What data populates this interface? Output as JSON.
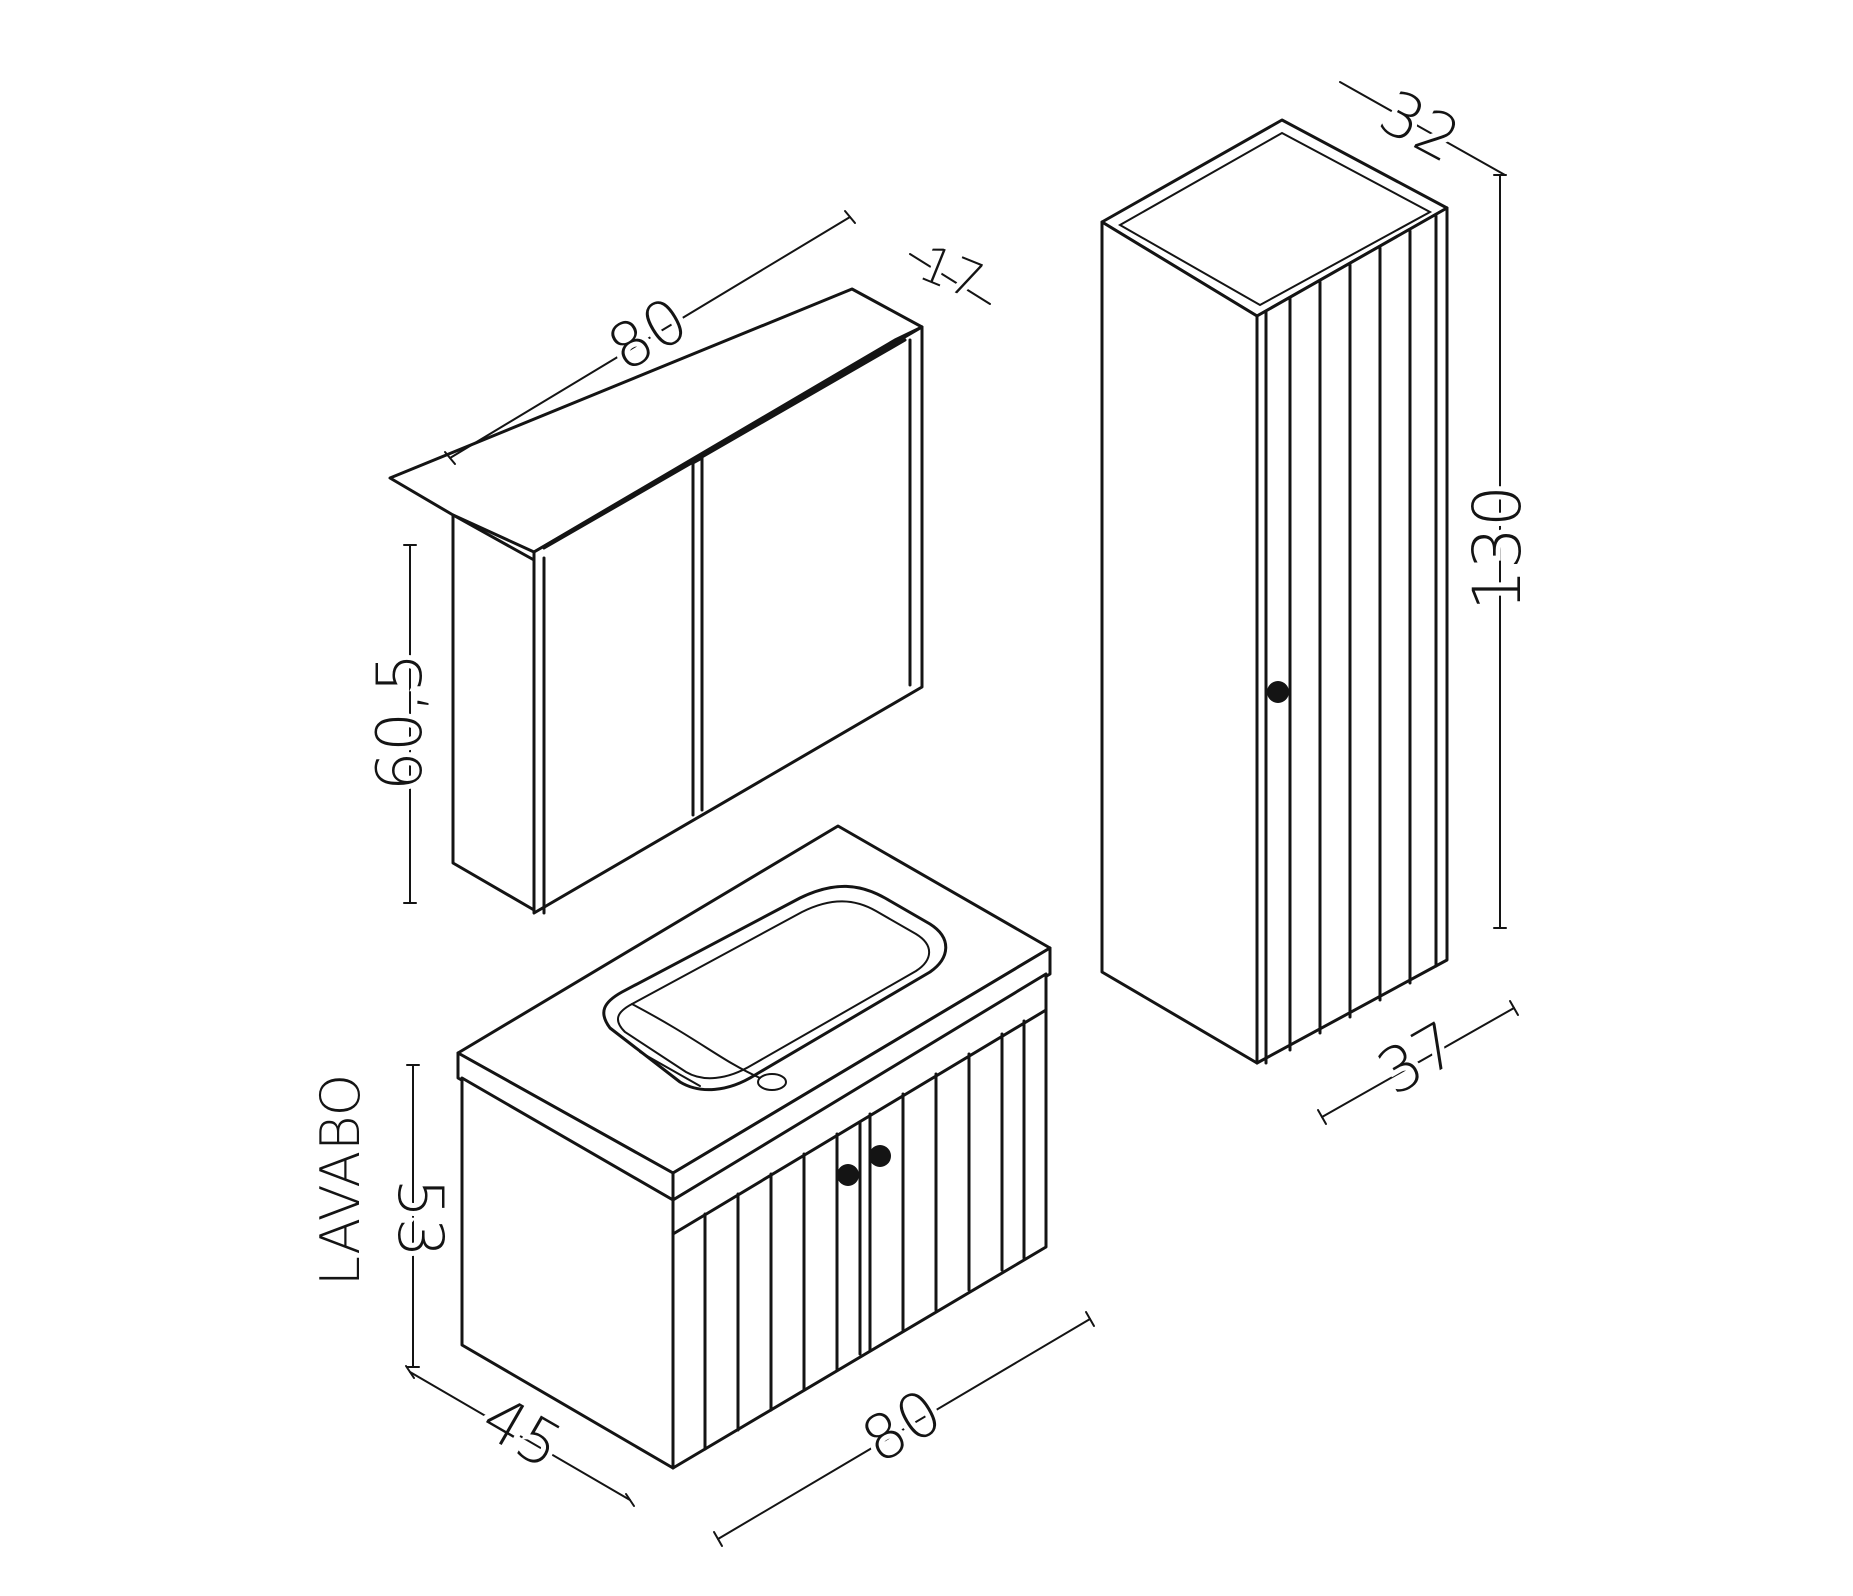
{
  "mirror_cabinet": {
    "width": "80",
    "depth": "17",
    "height": "60,5"
  },
  "tall_cabinet": {
    "depth": "32",
    "height": "130",
    "width": "37"
  },
  "vanity": {
    "label": "LAVABO",
    "height": "53",
    "depth": "45",
    "width": "80"
  }
}
